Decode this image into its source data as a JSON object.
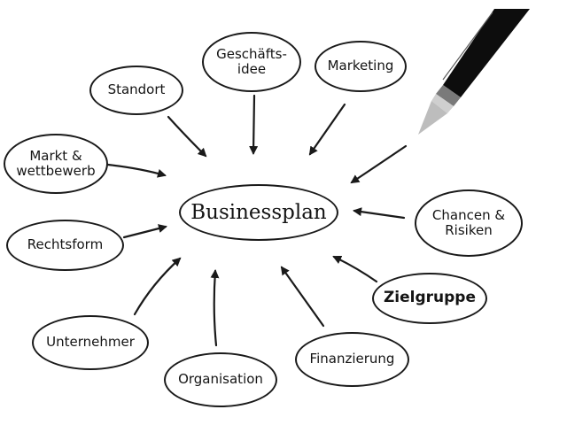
{
  "center": {
    "label": "Businessplan"
  },
  "topics": {
    "geschaeftsidee": "Geschäfts-\nidee",
    "marketing": "Marketing",
    "standort": "Standort",
    "markt": "Markt &\nwettbewerb",
    "chancen": "Chancen &\nRisiken",
    "rechtsform": "Rechtsform",
    "zielgruppe": "Zielgruppe",
    "unternehmer": "Unternehmer",
    "finanzierung": "Finanzierung",
    "organisation": "Organisation"
  },
  "colors": {
    "ink": "#1a1a1a",
    "background": "#ffffff",
    "pen_body": "#0d0d0d",
    "pen_tip": "#c9c9c9"
  },
  "icons": {
    "pen": "pen-icon",
    "arrow": "arrow-icon"
  }
}
